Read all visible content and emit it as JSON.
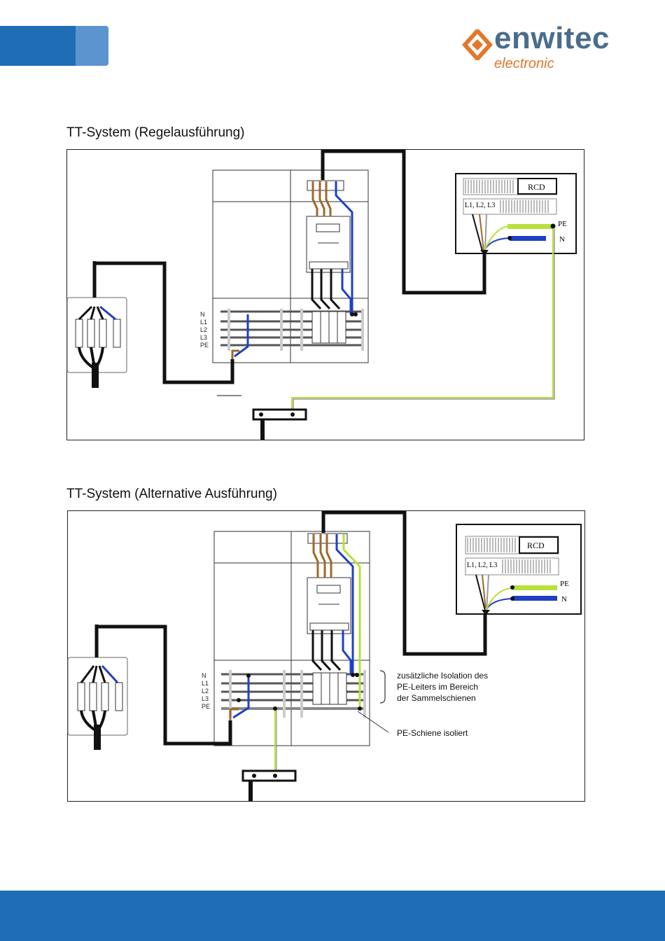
{
  "header": {
    "logo": {
      "word": "enwitec",
      "sub": "electronic",
      "mark_color": "#e3772a",
      "word_color": "#4a6d8c"
    },
    "tab_colors": [
      "#1e6db5",
      "#5b94cf"
    ]
  },
  "sections": [
    {
      "title": "TT-System (Regelausführung)",
      "busbar_labels": [
        "N",
        "L1",
        "L2",
        "L3",
        "PE"
      ],
      "rcd": {
        "label": "RCD",
        "inputs": "L1, L2, L3",
        "pe": "PE",
        "n": "N"
      }
    },
    {
      "title": "TT-System (Alternative Ausführung)",
      "busbar_labels": [
        "N",
        "L1",
        "L2",
        "L3",
        "PE"
      ],
      "rcd": {
        "label": "RCD",
        "inputs": "L1, L2, L3",
        "pe": "PE",
        "n": "N"
      },
      "annotations": {
        "isolation_lines": [
          "zusätzliche Isolation des",
          "PE-Leiters im Bereich",
          "der Sammelschienen"
        ],
        "pe_rail": "PE-Schiene isoliert"
      }
    }
  ],
  "colors": {
    "brand_blue": "#1e6db5",
    "phase_brown": "#9c6a2c",
    "neutral_blue": "#1f3fc4",
    "pe_yellow_green": "#b8e03a"
  }
}
